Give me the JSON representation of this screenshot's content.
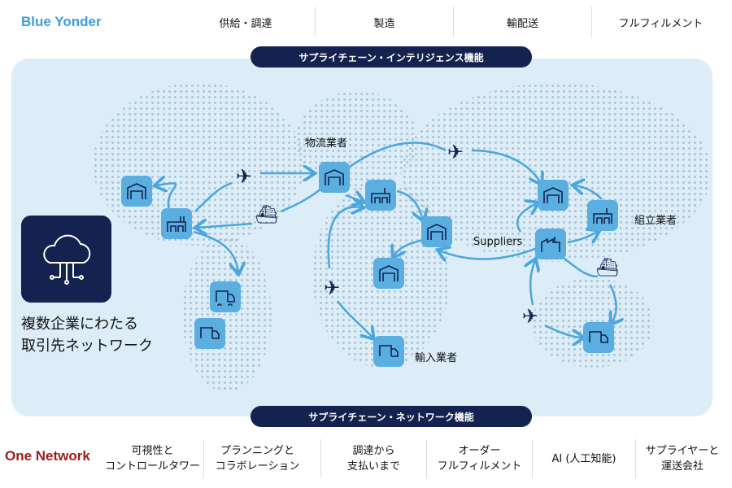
{
  "header": {
    "brand": "Blue Yonder",
    "tabs": [
      "供給・調達",
      "製造",
      "輸配送",
      "フルフィルメント"
    ]
  },
  "top_pill": "サプライチェーン・インテリジェンス機能",
  "bottom_pill": "サプライチェーン・ネットワーク機能",
  "network": {
    "line1": "複数企業にわたる",
    "line2": "取引先ネットワーク"
  },
  "labels": {
    "logistics": "物流業者",
    "assembler": "組立業者",
    "suppliers": "Suppliers",
    "importer": "輸入業者"
  },
  "footer": {
    "brand": "One Network",
    "items": [
      [
        "可視性と",
        "コントロールタワー"
      ],
      [
        "プランニングと",
        "コラボレーション"
      ],
      [
        "調達から",
        "支払いまで"
      ],
      [
        "オーダー",
        "フルフィルメント"
      ],
      [
        "AI (人工知能)",
        ""
      ],
      [
        "サプライヤーと",
        "運送会社"
      ]
    ]
  },
  "colors": {
    "brand_blue": "#3a9fd8",
    "brand_red": "#9b1c1c",
    "navy": "#14224f",
    "icon_blue": "#5aaee0"
  }
}
